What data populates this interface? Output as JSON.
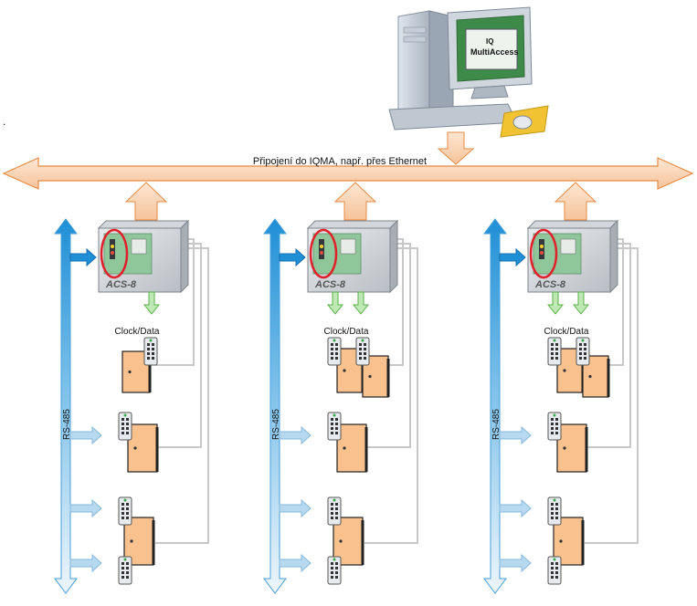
{
  "diagram": {
    "bus_label": "Připojení do IQMA, např. přes Ethernet",
    "computer_screen_label": "MultiAccess",
    "screen_prefix": "IQ",
    "controller_label": "ACS-8",
    "clock_data_label": "Clock/Data",
    "rs485_label": "RS-485",
    "margin_mark": ".",
    "colors": {
      "ethernet_arrow_fill": "#fbd9bb",
      "ethernet_arrow_stroke": "#e58b45",
      "rs485_blue": "#1f8fd6",
      "rs485_light": "#d9ecf8",
      "wire_gray": "#c8c8c8",
      "door_fill": "#f8c18d",
      "highlight_circle": "#e0202a",
      "green_arrow": "#88d07a"
    },
    "groups": [
      {
        "id": "group-1",
        "clock_data_readers": 1
      },
      {
        "id": "group-2",
        "clock_data_readers": 2
      },
      {
        "id": "group-3",
        "clock_data_readers": 2
      }
    ]
  }
}
